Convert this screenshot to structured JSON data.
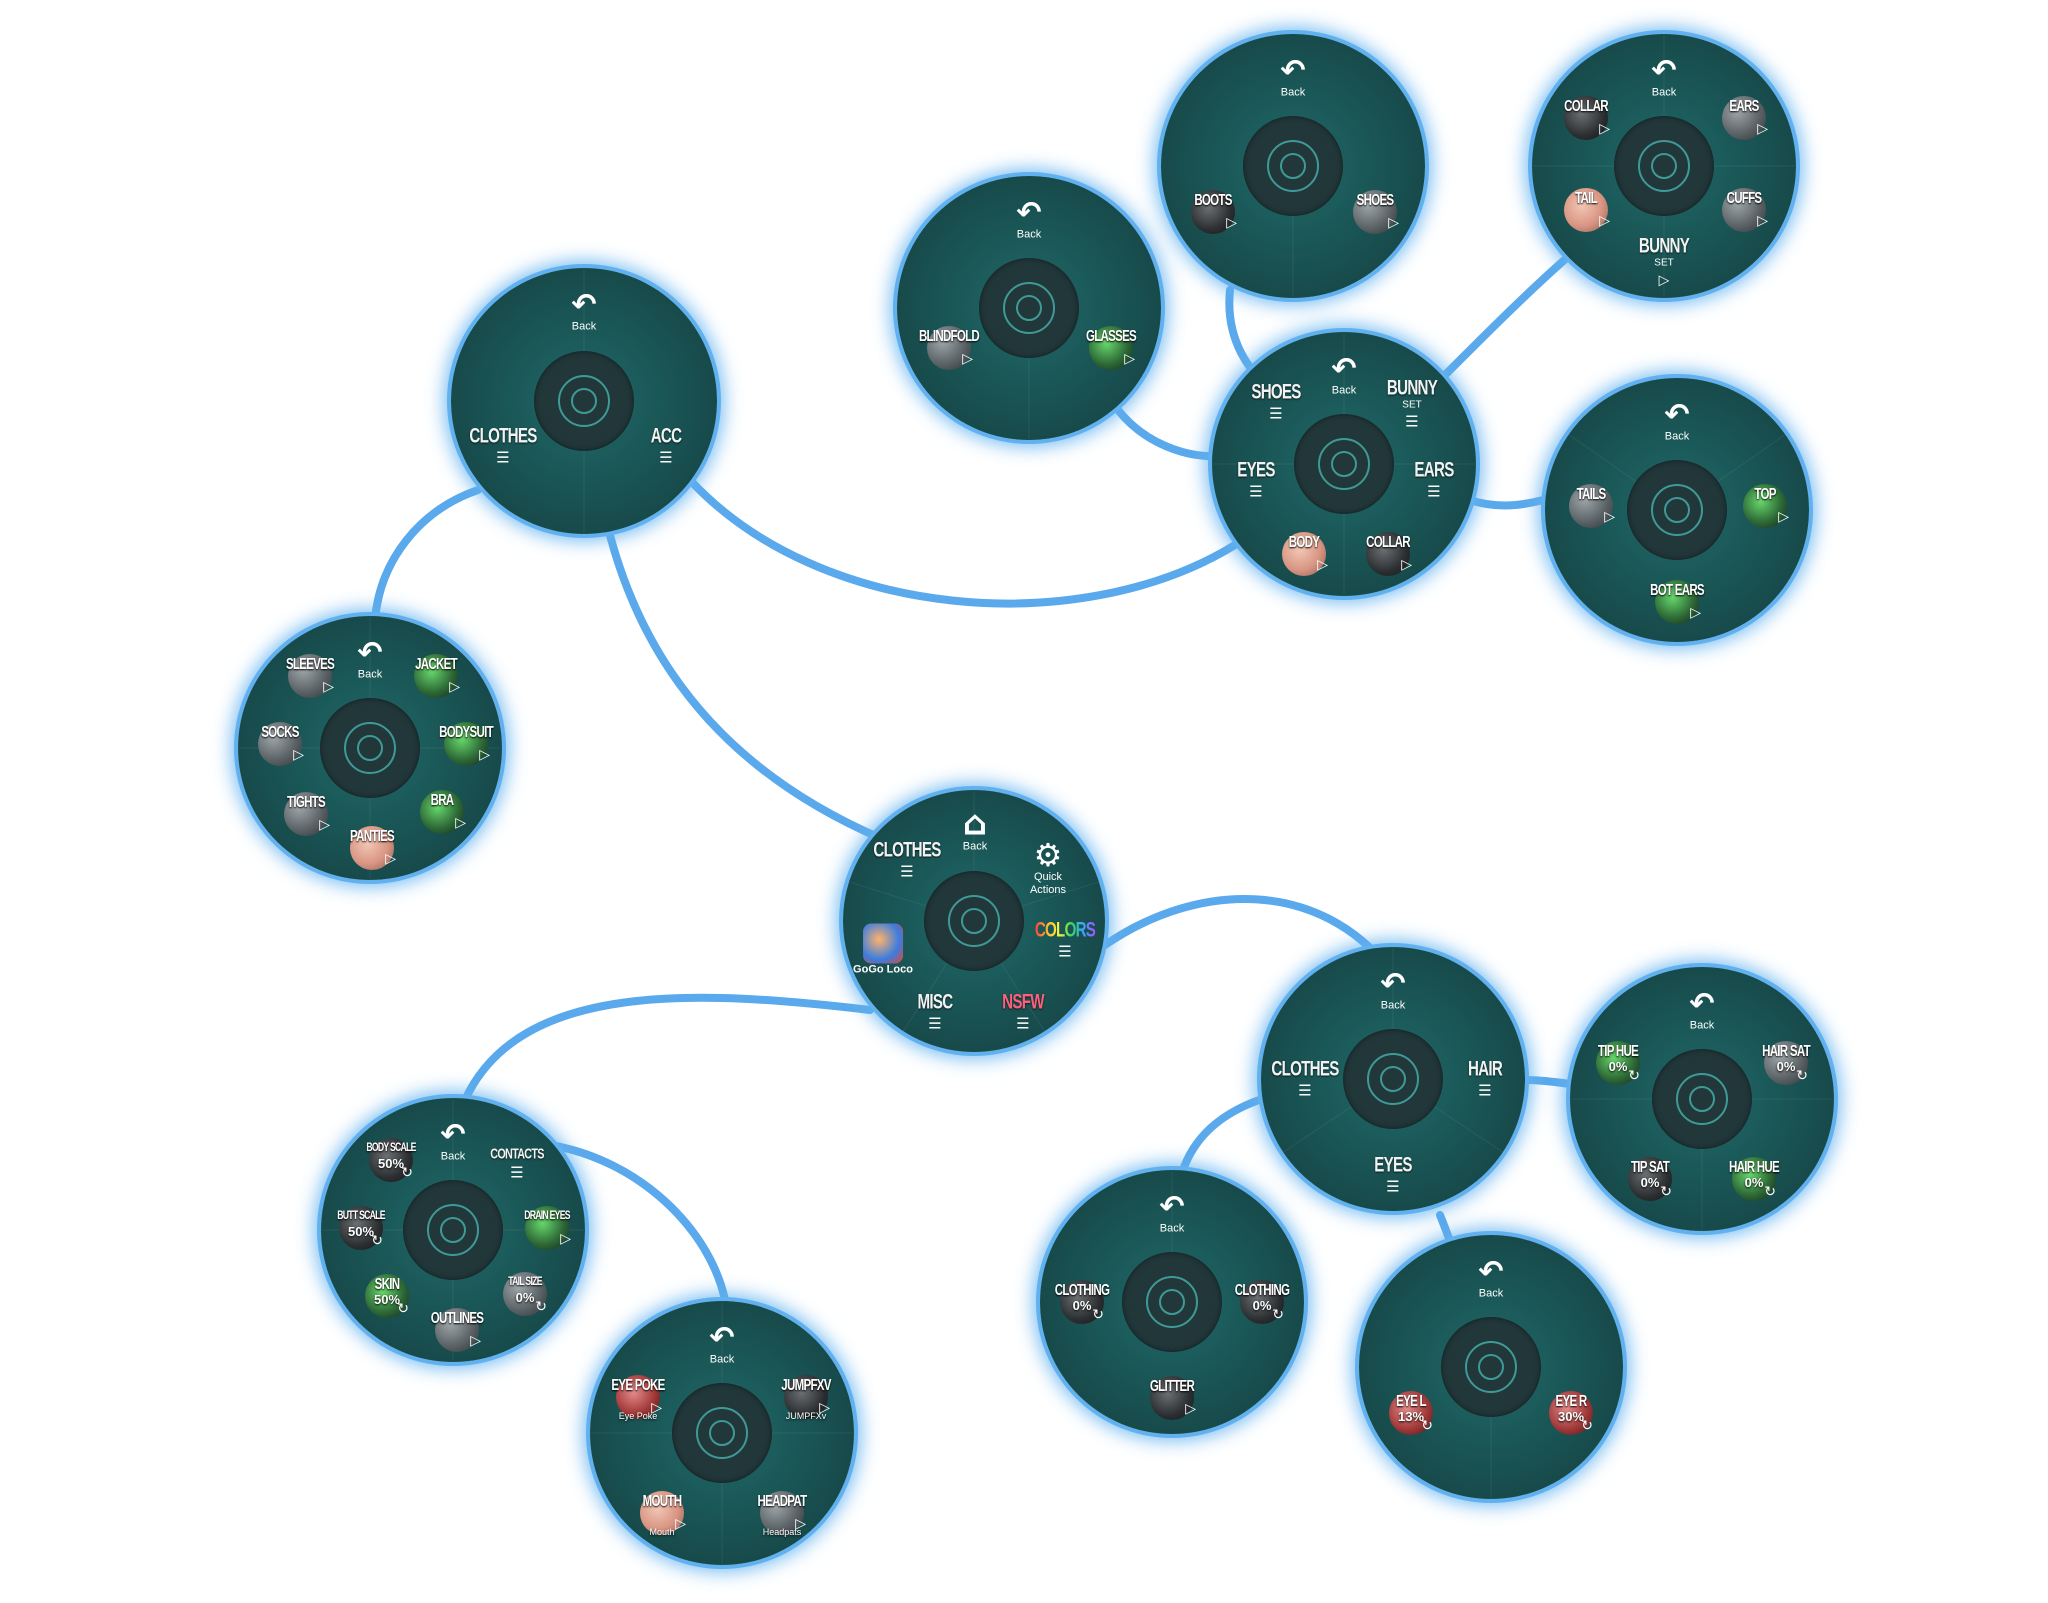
{
  "colors": {
    "link": "#5aa9ec",
    "wheel": "#1a5555",
    "glow": "#61b1f0"
  },
  "icons": {
    "back": "back-arrow-icon",
    "list": "list-icon",
    "play": "play-icon",
    "reset": "reset-icon",
    "gear": "gear-icon"
  },
  "common": {
    "back": "Back"
  },
  "main": {
    "clothes": "CLOTHES",
    "back": "Back",
    "quick_actions": "Quick Actions",
    "colors": "COLORS",
    "nsfw": "NSFW",
    "misc": "MISC",
    "gogo": "GoGo Loco"
  },
  "clothes_menu": {
    "clothes": "CLOTHES",
    "acc": "ACC"
  },
  "clothes_items": {
    "sleeves": "SLEEVES",
    "jacket": "JACKET",
    "socks": "SOCKS",
    "bodysuit": "BODYSUIT",
    "tights": "TIGHTS",
    "bra": "BRA",
    "panties": "PANTIES"
  },
  "acc_menu": {
    "shoes": "SHOES",
    "bunny_set": "BUNNY",
    "bunny_set_sub": "SET",
    "eyes": "EYES",
    "ears": "EARS",
    "body": "BODY",
    "collar": "COLLAR"
  },
  "eyes_acc": {
    "blindfold": "BLINDFOLD",
    "glasses": "GLASSES"
  },
  "shoes_menu": {
    "boots": "BOOTS",
    "shoes": "SHOES"
  },
  "bunny_menu": {
    "collar": "COLLAR",
    "ears": "EARS",
    "tail": "TAIL",
    "cuffs": "CUFFS",
    "bunny": "BUNNY",
    "set": "SET"
  },
  "ears_menu": {
    "tails": "TAILS",
    "top": "TOP",
    "bot_ears": "BOT EARS"
  },
  "colors_menu": {
    "clothes": "CLOTHES",
    "hair": "HAIR",
    "eyes": "EYES"
  },
  "hair_menu": {
    "tip_hue": "TIP HUE",
    "tip_hue_val": "0%",
    "hair_sat": "HAIR SAT",
    "hair_sat_val": "0%",
    "tip_sat": "TIP SAT",
    "tip_sat_val": "0%",
    "hair_hue": "HAIR HUE",
    "hair_hue_val": "0%"
  },
  "clothing_colors": {
    "clothing_hue": "CLOTHING",
    "clothing_hue_val": "0%",
    "clothing_sat": "CLOTHING",
    "clothing_sat_val": "0%",
    "glitter": "GLITTER"
  },
  "eyes_colors": {
    "eye_l": "EYE L",
    "eye_l_val": "13%",
    "eye_r": "EYE R",
    "eye_r_val": "30%"
  },
  "misc_menu": {
    "body_scale": "BODY SCALE",
    "body_scale_val": "50%",
    "contacts": "CONTACTS",
    "butt_scale": "BUTT SCALE",
    "butt_scale_val": "50%",
    "drain_eyes": "DRAIN EYES",
    "skin": "SKIN",
    "skin_val": "50%",
    "tail_size": "TAIL SIZE",
    "tail_size_val": "0%",
    "outlines": "OUTLINES"
  },
  "contacts_menu": {
    "eye_poke": "EYE POKE",
    "eye_poke_sub": "Eye Poke",
    "jumpfxv": "JUMPFXV",
    "jumpfxv_sub": "JUMPFXv",
    "mouth": "MOUTH",
    "mouth_sub": "Mouth",
    "headpat": "HEADPAT",
    "headpat_sub": "Headpats"
  }
}
